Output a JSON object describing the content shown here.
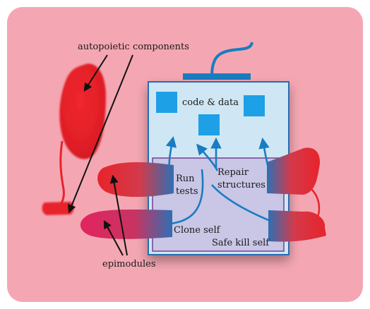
{
  "labels": {
    "autopoietic_components": "autopoietic components",
    "code_data": "code & data",
    "run_tests_line1": "Run",
    "run_tests_line2": "tests",
    "repair_line1": "Repair",
    "repair_line2": "structures",
    "clone_self": "Clone self",
    "safe_kill_self": "Safe kill self",
    "epimodules": "epimodules"
  },
  "colors": {
    "background_pink": "#f4a7b3",
    "container_fill": "#cfe7f4",
    "container_stroke": "#2b6cb0",
    "epimodule_zone": "#c9c6e6",
    "epimodule_zone_stroke": "#7a4a9a",
    "data_block_blue": "#1ea0e6",
    "arrow_blue": "#1a7cc1",
    "component_red": "#e8232b",
    "epimodule_magenta": "#e0245e"
  }
}
